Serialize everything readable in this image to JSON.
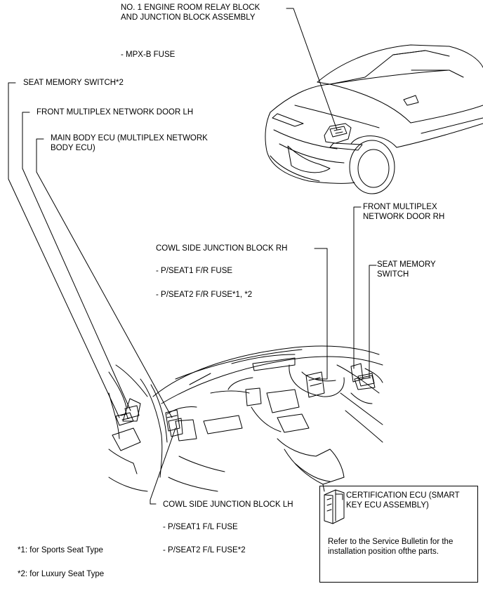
{
  "labels": {
    "relay_block_title": "NO. 1 ENGINE ROOM RELAY BLOCK\nAND JUNCTION BLOCK ASSEMBLY",
    "relay_block_fuse": "- MPX-B FUSE",
    "seat_memory_switch_lh": "SEAT MEMORY SWITCH*2",
    "front_door_lh": "FRONT MULTIPLEX NETWORK DOOR LH",
    "main_body_ecu": "MAIN BODY ECU (MULTIPLEX NETWORK\nBODY ECU)",
    "front_door_rh": "FRONT MULTIPLEX\nNETWORK DOOR RH",
    "seat_memory_switch_rh": "SEAT MEMORY\nSWITCH",
    "cowl_rh_title": "COWL SIDE JUNCTION BLOCK RH",
    "cowl_rh_fuse1": "- P/SEAT1 F/R FUSE",
    "cowl_rh_fuse2": "- P/SEAT2 F/R FUSE*1, *2",
    "cowl_lh_title": "COWL SIDE JUNCTION BLOCK LH",
    "cowl_lh_fuse1": "- P/SEAT1 F/L FUSE",
    "cowl_lh_fuse2": "- P/SEAT2 F/L FUSE*2",
    "footnote1": "*1: for Sports Seat Type",
    "footnote2": "*2: for Luxury Seat Type",
    "cert_ecu": "CERTIFICATION ECU (SMART\nKEY ECU ASSEMBLY)",
    "service_note": "Refer to the Service Bulletin for the\ninstallation position ofthe parts."
  },
  "icons": {
    "car_exterior": "car-front-three-quarter-icon",
    "cabin_interior": "dashboard-interior-icon",
    "ecu_module": "ecu-module-icon"
  },
  "colors": {
    "line": "#000000",
    "background": "#ffffff"
  }
}
